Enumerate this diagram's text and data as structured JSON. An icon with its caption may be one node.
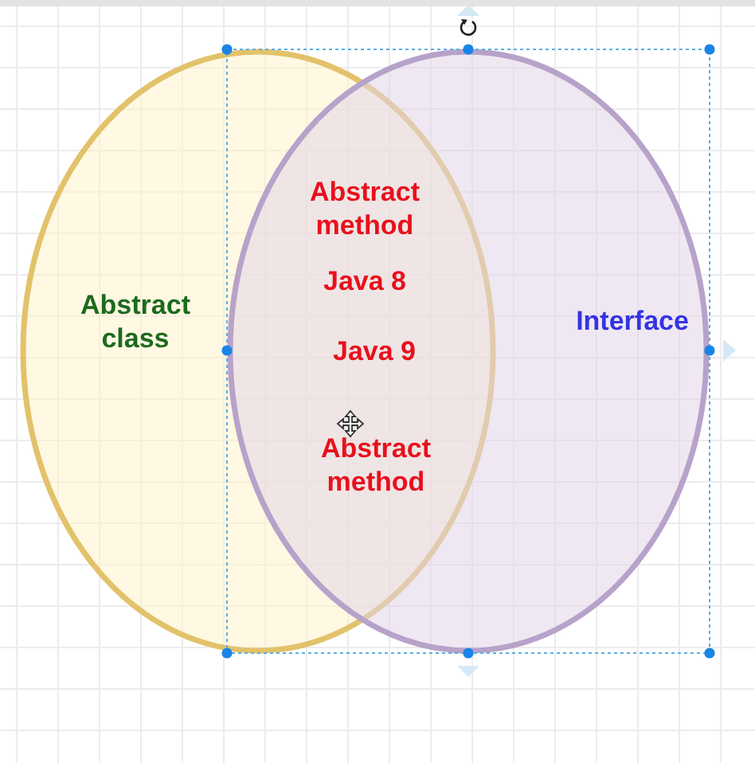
{
  "diagram": {
    "nodes": [
      {
        "text": [
          "Abstract class"
        ]
      },
      {
        "text": [
          "Interface"
        ]
      }
    ],
    "labels": [
      "Abstract method",
      "Java 8",
      "Java 9",
      "Abstract method"
    ]
  }
}
